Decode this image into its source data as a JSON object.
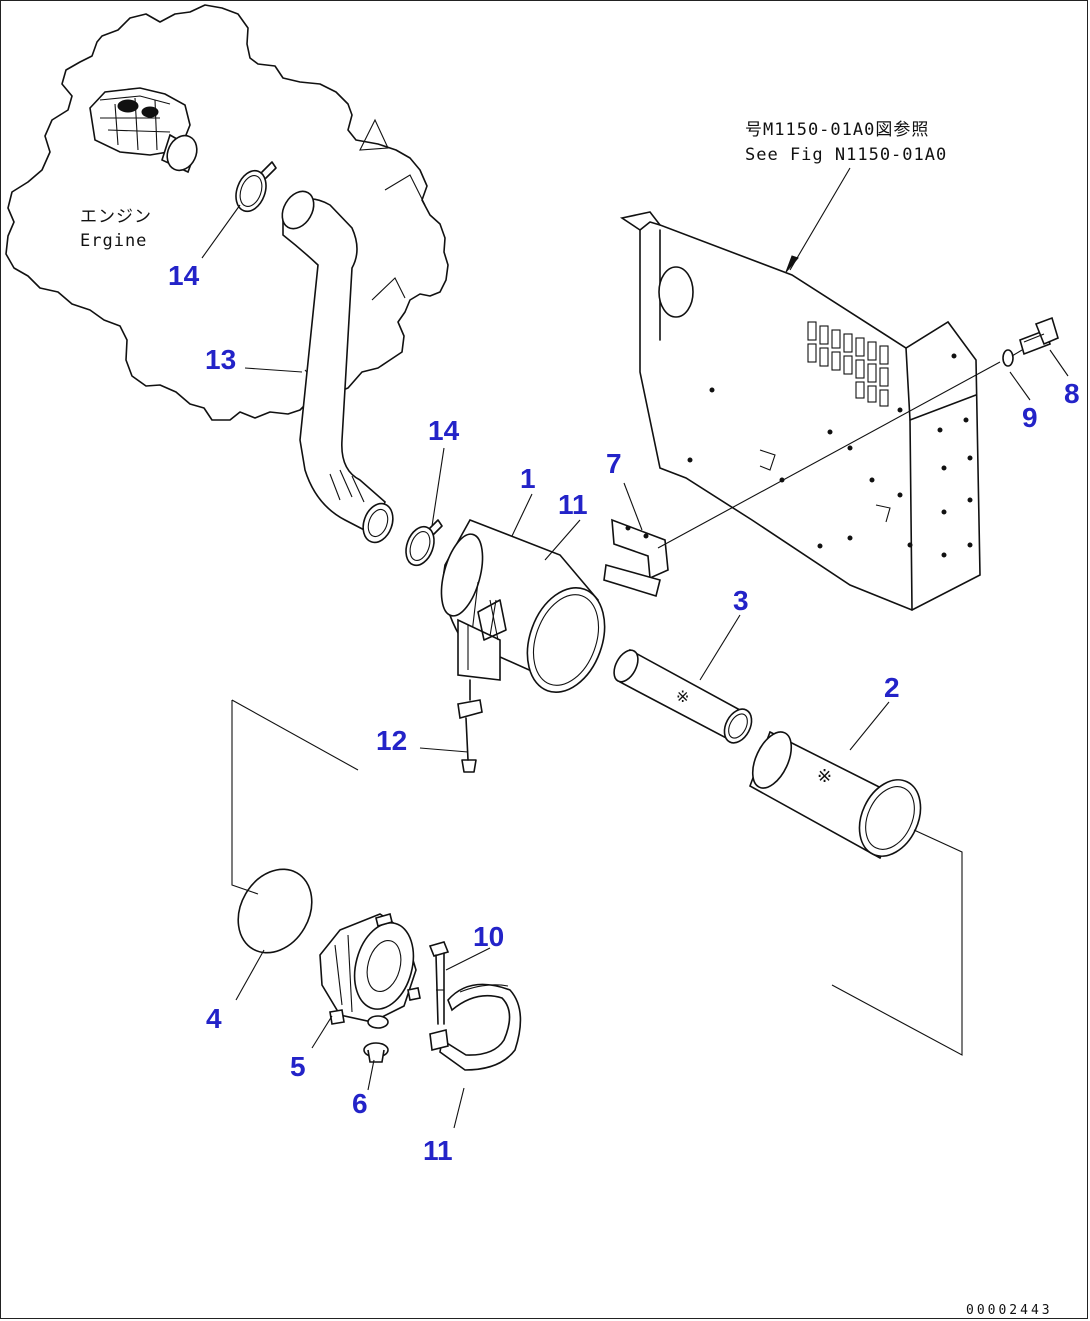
{
  "engine_label": {
    "ja": "エンジン",
    "en": "Ergine"
  },
  "reference_note": {
    "ja": "号M1150-01A0図参照",
    "en": "See Fig N1150-01A0"
  },
  "drawing_code": "00002443",
  "callouts": {
    "c1": "1",
    "c2": "2",
    "c3": "3",
    "c4": "4",
    "c5": "5",
    "c6": "6",
    "c7": "7",
    "c8": "8",
    "c9": "9",
    "c10": "10",
    "c11a": "11",
    "c11b": "11",
    "c12": "12",
    "c13": "13",
    "c14a": "14",
    "c14b": "14"
  },
  "colors": {
    "callout": "#2323c8",
    "line": "#111111"
  }
}
